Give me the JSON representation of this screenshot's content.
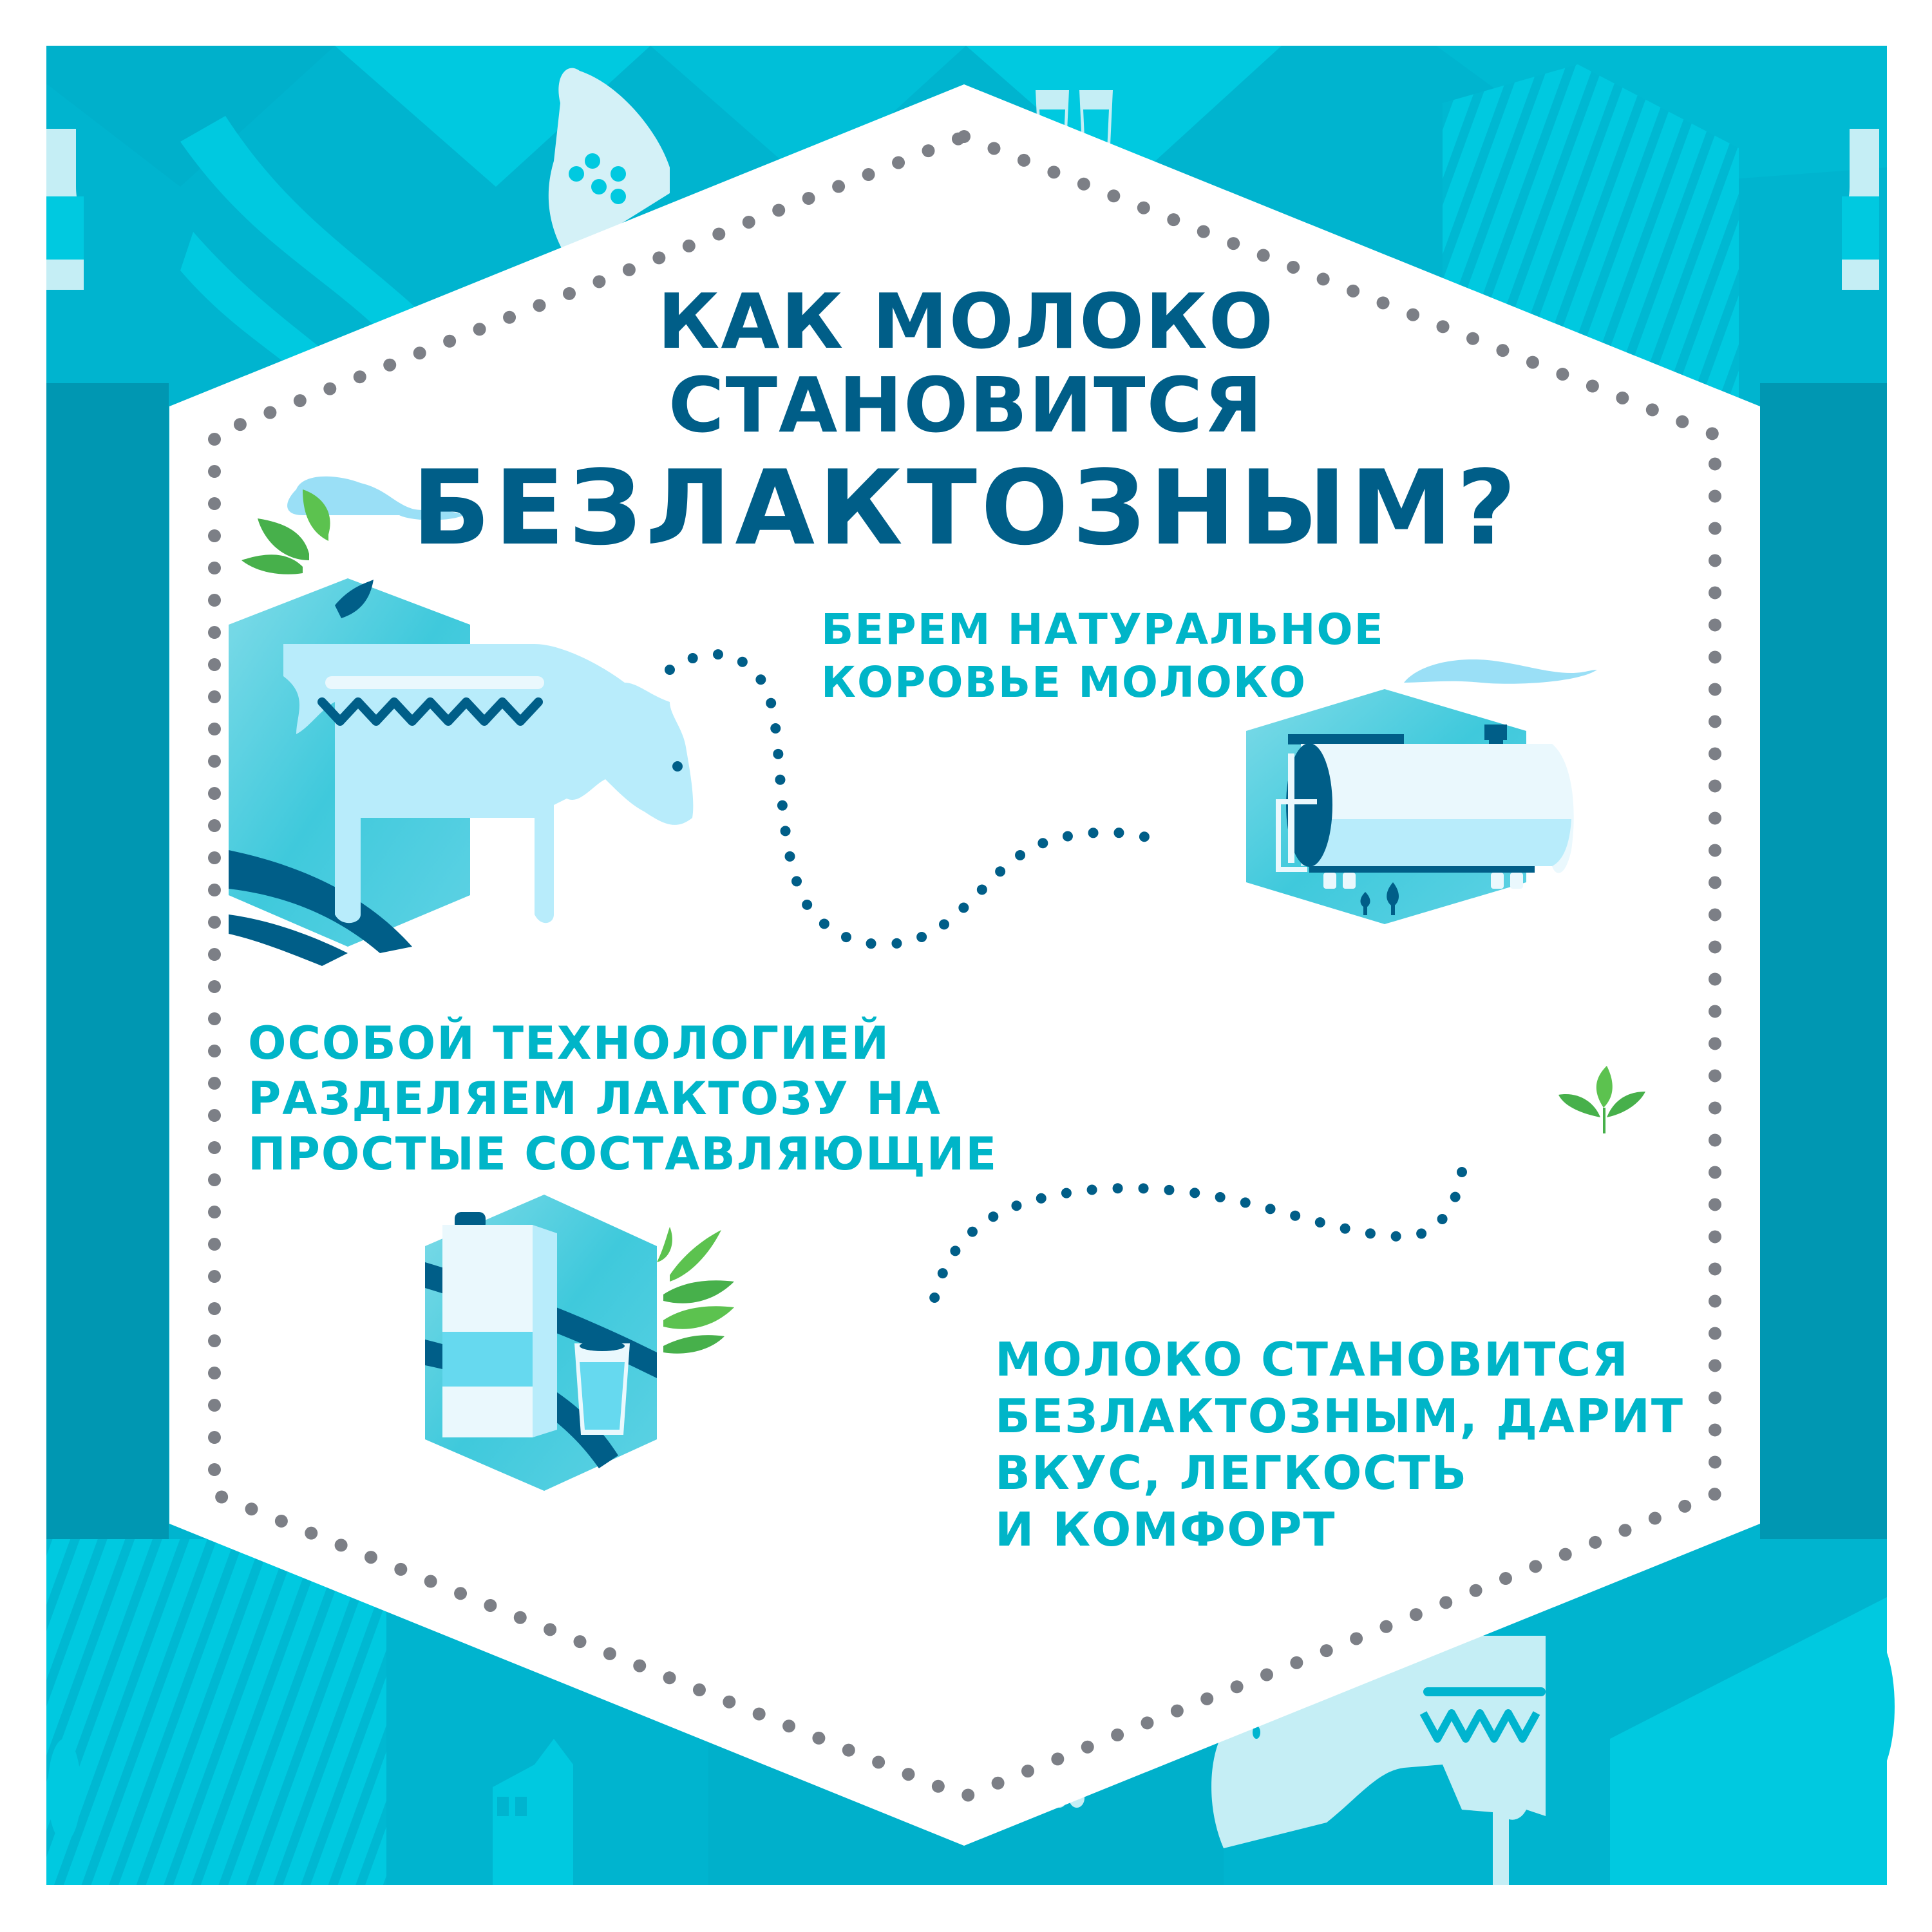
{
  "title": {
    "line1": "КАК МОЛОКО",
    "line2": "СТАНОВИТСЯ",
    "line3": "БЕЗЛАКТОЗНЫМ?"
  },
  "steps": [
    {
      "lines": [
        "БЕРЕМ НАТУРАЛЬНОЕ",
        "КОРОВЬЕ МОЛОКО"
      ],
      "icon": "cow-icon"
    },
    {
      "lines": [
        "ОСОБОЙ ТЕХНОЛОГИЕЙ",
        "РАЗДЕЛЯЕМ ЛАКТОЗУ НА",
        "ПРОСТЫЕ СОСТАВЛЯЮЩИЕ"
      ],
      "icon": "milk-tank-icon"
    },
    {
      "lines": [
        "МОЛОКО СТАНОВИТСЯ",
        "БЕЗЛАКТОЗНЫМ, ДАРИТ",
        "ВКУС, ЛЕГКОСТЬ",
        "И КОМФОРТ"
      ],
      "icon": "milk-carton-glass-icon"
    }
  ],
  "background_icons": [
    "milk-bottle-icon",
    "jug-icon",
    "glasses-icon",
    "house-icon",
    "tree-icon",
    "cow-icon"
  ],
  "colors": {
    "title": "#005e88",
    "step_text": "#00b5c8",
    "panel_teal": "#00b4cf",
    "panel_light": "#00c9e0",
    "panel_dark": "#0097b2",
    "hex_border_dots": "#7c7f86",
    "path_dots": "#005e88",
    "illustration_light": "#b8ecfb",
    "leaf_green": "#4cb848"
  }
}
